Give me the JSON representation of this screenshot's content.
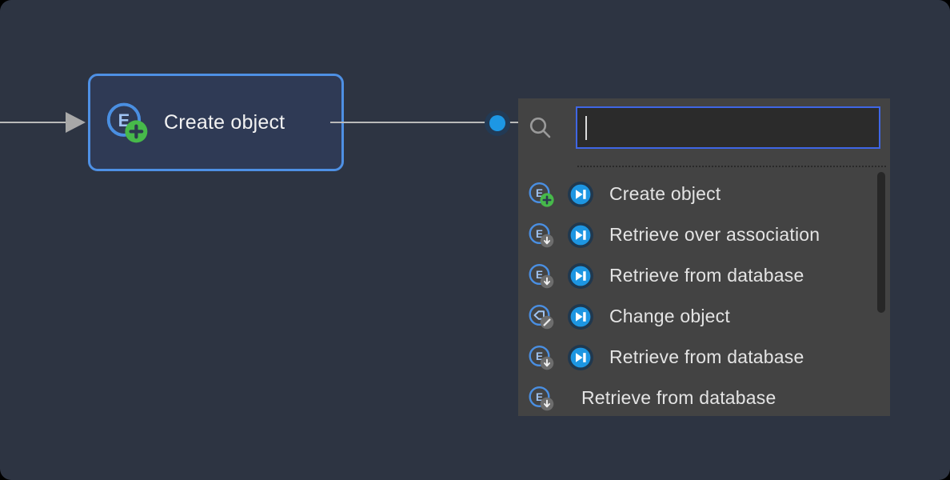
{
  "canvas": {
    "node": {
      "label": "Create object",
      "icon": "entity-create-icon"
    },
    "edges": {
      "incoming_arrow": "arrow-right",
      "outgoing_endpoint": "blue-dot"
    }
  },
  "popup": {
    "search": {
      "value": "",
      "placeholder": "",
      "icon": "search-icon",
      "caret_visible": true
    },
    "items": [
      {
        "label": "Create object",
        "entity_icon": "entity-create-icon",
        "flow_icon": "flow-step-icon"
      },
      {
        "label": "Retrieve over association",
        "entity_icon": "entity-retrieve-icon",
        "flow_icon": "flow-step-icon"
      },
      {
        "label": "Retrieve from database",
        "entity_icon": "entity-retrieve-icon",
        "flow_icon": "flow-step-icon"
      },
      {
        "label": "Change object",
        "entity_icon": "entity-change-icon",
        "flow_icon": "flow-step-icon"
      },
      {
        "label": "Retrieve from database",
        "entity_icon": "entity-retrieve-icon",
        "flow_icon": "flow-step-icon"
      },
      {
        "label": "Retrieve from database",
        "entity_icon": "entity-retrieve-icon",
        "flow_icon": null
      }
    ],
    "scrollbar": true
  },
  "colors": {
    "canvas_background": "#2d3442",
    "node_fill": "#2f3a55",
    "node_border": "#4e90e4",
    "edge_gray": "#b9b9b9",
    "endpoint_blue": "#1d97e4",
    "popup_background": "#434343",
    "input_background": "#2b2b2b",
    "input_border": "#3f66e5",
    "entity_ring_blue": "#4a8fe2",
    "badge_green": "#47b94a",
    "badge_gray": "#6d6d6d",
    "flow_icon_blue": "#1d96e2",
    "row_text": "#e4e4e4"
  }
}
